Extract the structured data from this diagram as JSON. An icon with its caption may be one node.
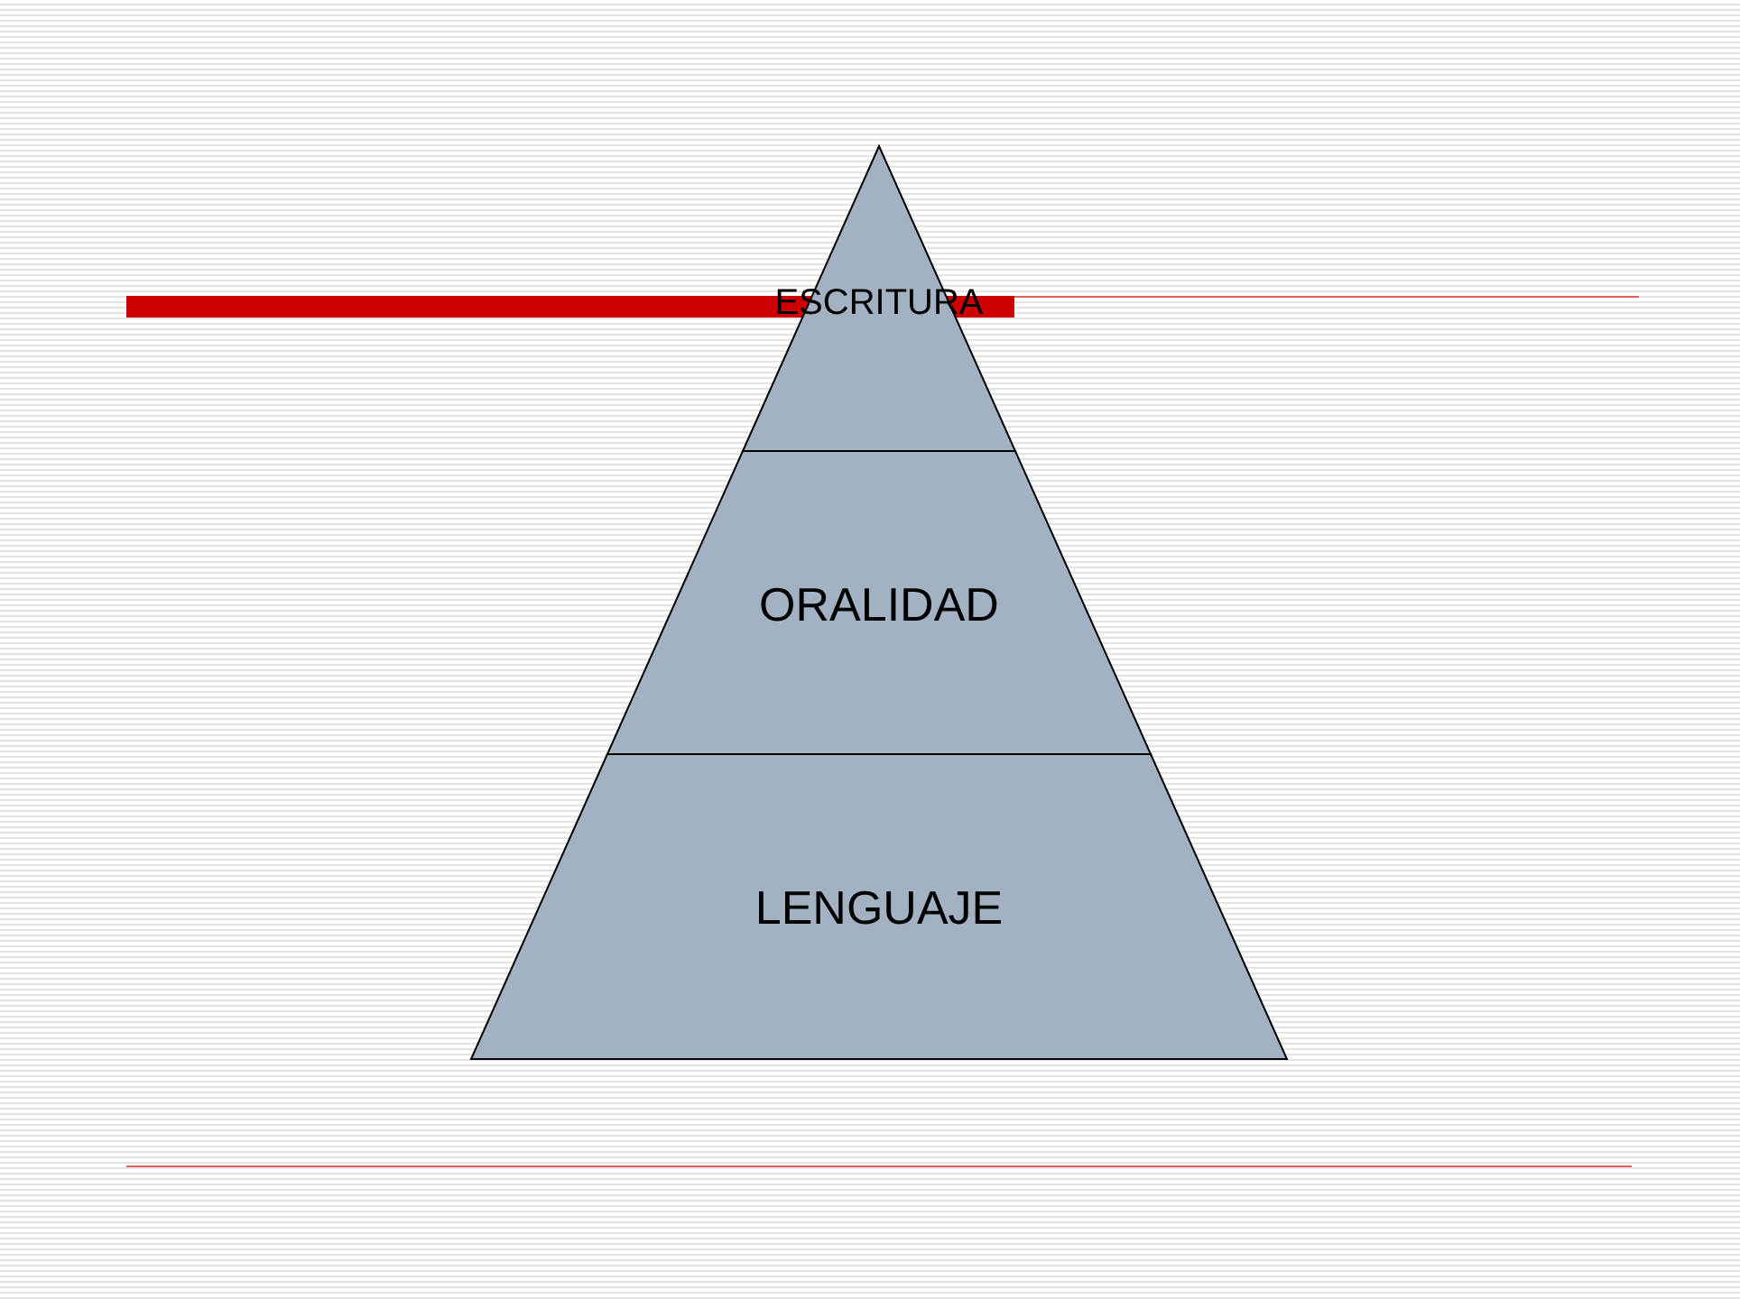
{
  "diagram": {
    "nodes": [
      {
        "text": [
          "ESCRITURA"
        ]
      },
      {
        "text": [
          "ORALIDAD"
        ]
      },
      {
        "text": [
          "LENGUAJE"
        ]
      }
    ]
  }
}
